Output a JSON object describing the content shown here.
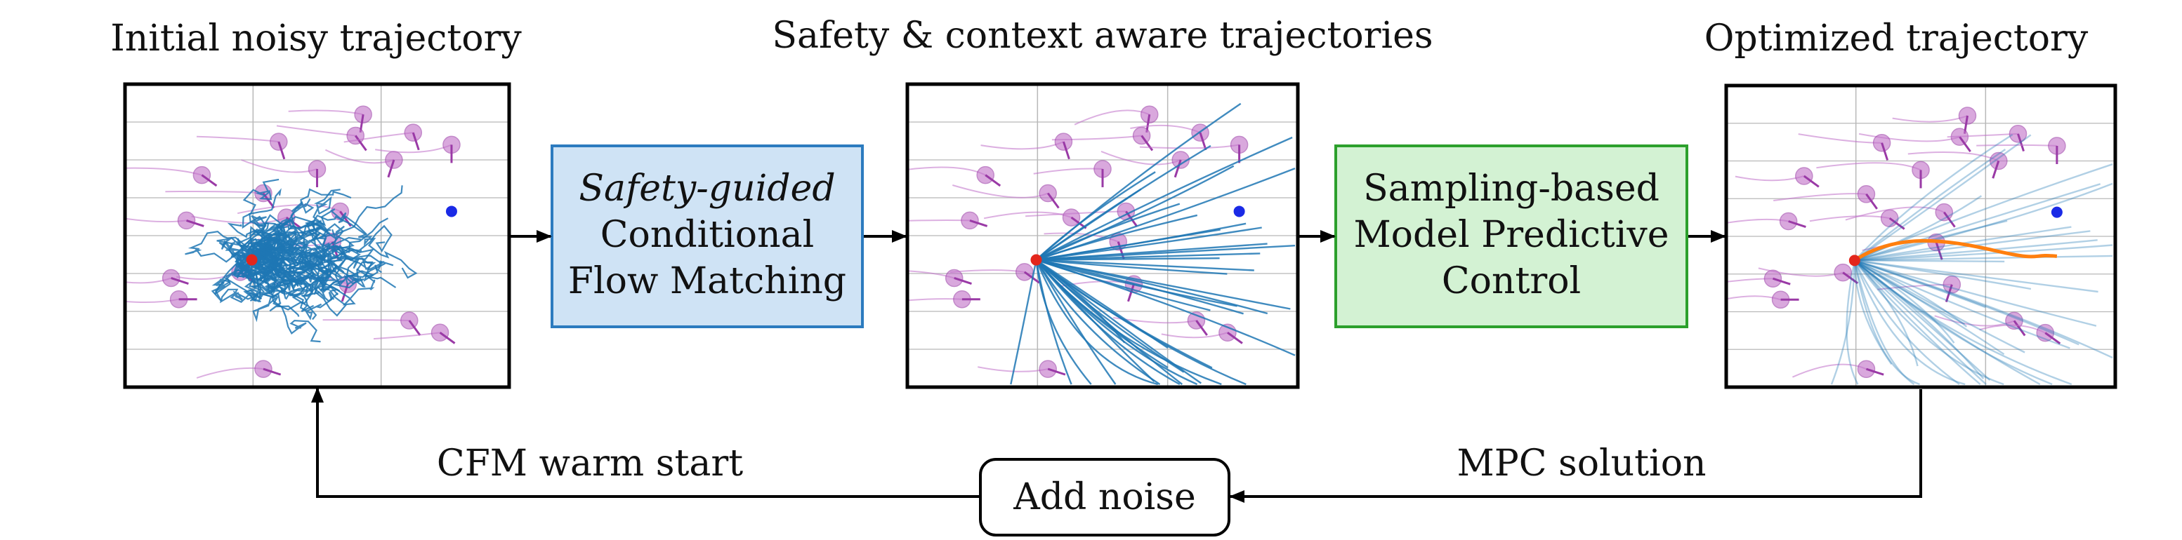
{
  "panels": {
    "initial": {
      "title": "Initial noisy trajectory"
    },
    "safety": {
      "title": "Safety & context aware trajectories"
    },
    "optimized": {
      "title": "Optimized trajectory"
    }
  },
  "boxes": {
    "cfm": {
      "line1": "Safety-guided",
      "line2": "Conditional",
      "line3": "Flow Matching",
      "fill": "#cfe3f5",
      "stroke": "#2c7bbf"
    },
    "mpc": {
      "line1": "Sampling-based",
      "line2": "Model Predictive",
      "line3": "Control",
      "fill": "#d3f2d3",
      "stroke": "#2ca02c"
    },
    "noise": {
      "label": "Add noise"
    }
  },
  "edges": {
    "warm_start": "CFM warm start",
    "mpc_solution": "MPC solution"
  },
  "colors": {
    "trajectory": "#1f77b4",
    "optimized": "#ff7f0e",
    "pedestrian": "#c070c8",
    "start": "#e3261c",
    "goal": "#1a2ae6",
    "grid": "#b8b8b8"
  }
}
